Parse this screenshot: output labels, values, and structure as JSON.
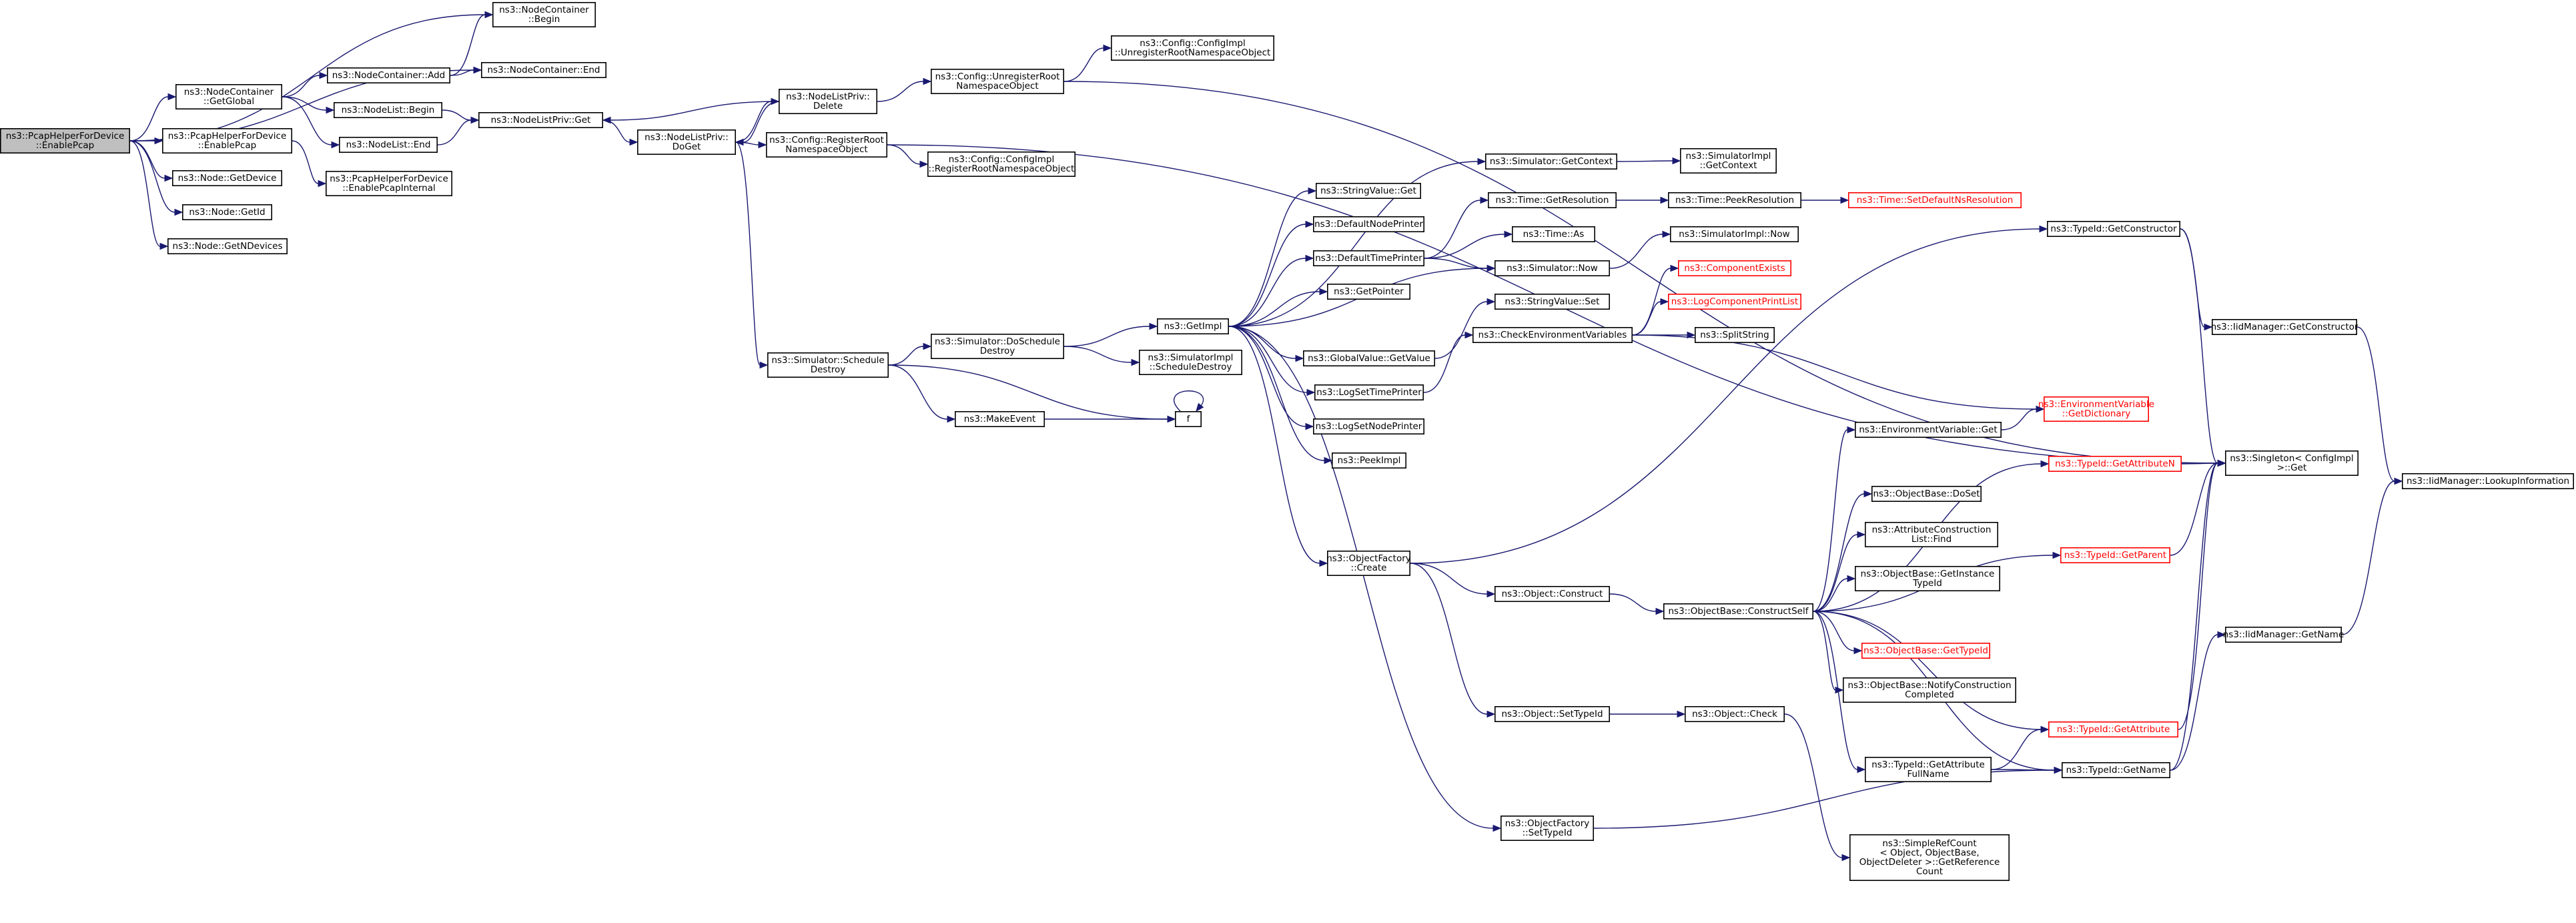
{
  "nodes": {
    "root": {
      "lines": [
        "ns3::PcapHelperForDevice",
        "::EnablePcap"
      ],
      "style": "root"
    },
    "nc_begin": {
      "lines": [
        "ns3::NodeContainer",
        "::Begin"
      ]
    },
    "nc_end": {
      "lines": [
        "ns3::NodeContainer::End"
      ]
    },
    "nc_getglobal": {
      "lines": [
        "ns3::NodeContainer",
        "::GetGlobal"
      ]
    },
    "nc_add": {
      "lines": [
        "ns3::NodeContainer::Add"
      ]
    },
    "nl_begin": {
      "lines": [
        "ns3::NodeList::Begin"
      ]
    },
    "nl_end": {
      "lines": [
        "ns3::NodeList::End"
      ]
    },
    "nlp_get": {
      "lines": [
        "ns3::NodeListPriv::Get"
      ]
    },
    "nlp_delete": {
      "lines": [
        "ns3::NodeListPriv::",
        "Delete"
      ]
    },
    "nlp_doget": {
      "lines": [
        "ns3::NodeListPriv::",
        "DoGet"
      ]
    },
    "cfg_unregister": {
      "lines": [
        "ns3::Config::UnregisterRoot",
        "NamespaceObject"
      ]
    },
    "cfgimpl_unregister": {
      "lines": [
        "ns3::Config::ConfigImpl",
        "::UnregisterRootNamespaceObject"
      ]
    },
    "cfg_register": {
      "lines": [
        "ns3::Config::RegisterRoot",
        "NamespaceObject"
      ]
    },
    "cfgimpl_register": {
      "lines": [
        "ns3::Config::ConfigImpl",
        "::RegisterRootNamespaceObject"
      ]
    },
    "phd_enablepcap": {
      "lines": [
        "ns3::PcapHelperForDevice",
        "::EnablePcap"
      ]
    },
    "phd_internal": {
      "lines": [
        "ns3::PcapHelperForDevice",
        "::EnablePcapInternal"
      ]
    },
    "node_getdevice": {
      "lines": [
        "ns3::Node::GetDevice"
      ]
    },
    "node_getid": {
      "lines": [
        "ns3::Node::GetId"
      ]
    },
    "node_getndevices": {
      "lines": [
        "ns3::Node::GetNDevices"
      ]
    },
    "sim_scheduledestroy": {
      "lines": [
        "ns3::Simulator::Schedule",
        "Destroy"
      ]
    },
    "sim_doscheduledestroy": {
      "lines": [
        "ns3::Simulator::DoSchedule",
        "Destroy"
      ]
    },
    "simimpl_scheduledestroy": {
      "lines": [
        "ns3::SimulatorImpl",
        "::ScheduleDestroy"
      ]
    },
    "makeevent": {
      "lines": [
        "ns3::MakeEvent"
      ]
    },
    "f": {
      "lines": [
        "f"
      ]
    },
    "getimpl": {
      "lines": [
        "ns3::GetImpl"
      ]
    },
    "stringvalue_get": {
      "lines": [
        "ns3::StringValue::Get"
      ]
    },
    "defaultnodeprinter": {
      "lines": [
        "ns3::DefaultNodePrinter"
      ]
    },
    "defaulttimeprinter": {
      "lines": [
        "ns3::DefaultTimePrinter"
      ]
    },
    "getpointer": {
      "lines": [
        "ns3::GetPointer"
      ]
    },
    "globalvalue_getvalue": {
      "lines": [
        "ns3::GlobalValue::GetValue"
      ]
    },
    "logsettimeprinter": {
      "lines": [
        "ns3::LogSetTimePrinter"
      ]
    },
    "logsetnodeprinter": {
      "lines": [
        "ns3::LogSetNodePrinter"
      ]
    },
    "peekimpl": {
      "lines": [
        "ns3::PeekImpl"
      ]
    },
    "objfactory_create": {
      "lines": [
        "ns3::ObjectFactory",
        "::Create"
      ]
    },
    "objfactory_settypeid": {
      "lines": [
        "ns3::ObjectFactory",
        "::SetTypeId"
      ]
    },
    "sim_getcontext": {
      "lines": [
        "ns3::Simulator::GetContext"
      ]
    },
    "simimpl_getcontext": {
      "lines": [
        "ns3::SimulatorImpl",
        "::GetContext"
      ]
    },
    "time_getresolution": {
      "lines": [
        "ns3::Time::GetResolution"
      ]
    },
    "time_peekresolution": {
      "lines": [
        "ns3::Time::PeekResolution"
      ]
    },
    "time_setdefaultns": {
      "lines": [
        "ns3::Time::SetDefaultNsResolution"
      ],
      "style": "red"
    },
    "time_as": {
      "lines": [
        "ns3::Time::As"
      ]
    },
    "sim_now": {
      "lines": [
        "ns3::Simulator::Now"
      ]
    },
    "simimpl_now": {
      "lines": [
        "ns3::SimulatorImpl::Now"
      ]
    },
    "componentexists": {
      "lines": [
        "ns3::ComponentExists"
      ],
      "style": "red"
    },
    "logcomponentprintlist": {
      "lines": [
        "ns3::LogComponentPrintList"
      ],
      "style": "red"
    },
    "stringvalue_set": {
      "lines": [
        "ns3::StringValue::Set"
      ]
    },
    "checkenvvars": {
      "lines": [
        "ns3::CheckEnvironmentVariables"
      ]
    },
    "splitstring": {
      "lines": [
        "ns3::SplitString"
      ]
    },
    "envvar_getdict": {
      "lines": [
        "ns3::EnvironmentVariable",
        "::GetDictionary"
      ],
      "style": "red"
    },
    "envvar_get": {
      "lines": [
        "ns3::EnvironmentVariable::Get"
      ]
    },
    "typeid_getconstructor": {
      "lines": [
        "ns3::TypeId::GetConstructor"
      ]
    },
    "iidmgr_getconstructor": {
      "lines": [
        "ns3::IidManager::GetConstructor"
      ]
    },
    "iidmgr_lookupinfo": {
      "lines": [
        "ns3::IidManager::LookupInformation"
      ]
    },
    "singleton_get": {
      "lines": [
        "ns3::Singleton< ConfigImpl",
        ">::Get"
      ]
    },
    "typeid_getattributen": {
      "lines": [
        "ns3::TypeId::GetAttributeN"
      ],
      "style": "red"
    },
    "typeid_getparent": {
      "lines": [
        "ns3::TypeId::GetParent"
      ],
      "style": "red"
    },
    "iidmgr_getname": {
      "lines": [
        "ns3::IidManager::GetName"
      ]
    },
    "objbase_doset": {
      "lines": [
        "ns3::ObjectBase::DoSet"
      ]
    },
    "attrconstr_find": {
      "lines": [
        "ns3::AttributeConstruction",
        "List::Find"
      ]
    },
    "objbase_getinstancetypeid": {
      "lines": [
        "ns3::ObjectBase::GetInstance",
        "TypeId"
      ]
    },
    "obj_construct": {
      "lines": [
        "ns3::Object::Construct"
      ]
    },
    "objbase_constructself": {
      "lines": [
        "ns3::ObjectBase::ConstructSelf"
      ]
    },
    "objbase_gettypeid": {
      "lines": [
        "ns3::ObjectBase::GetTypeId"
      ],
      "style": "red"
    },
    "objbase_notifyconstruction": {
      "lines": [
        "ns3::ObjectBase::NotifyConstruction",
        "Completed"
      ]
    },
    "obj_settypeid": {
      "lines": [
        "ns3::Object::SetTypeId"
      ]
    },
    "obj_check": {
      "lines": [
        "ns3::Object::Check"
      ]
    },
    "typeid_getattribute": {
      "lines": [
        "ns3::TypeId::GetAttribute"
      ],
      "style": "red"
    },
    "typeid_getattributefullname": {
      "lines": [
        "ns3::TypeId::GetAttribute",
        "FullName"
      ]
    },
    "typeid_getname": {
      "lines": [
        "ns3::TypeId::GetName"
      ]
    },
    "simplerefcount": {
      "lines": [
        "ns3::SimpleRefCount",
        "< Object, ObjectBase,",
        "ObjectDeleter >::GetReference",
        "Count"
      ]
    }
  },
  "edges": [
    [
      "root",
      "nc_begin"
    ],
    [
      "root",
      "nc_end"
    ],
    [
      "root",
      "nc_getglobal"
    ],
    [
      "root",
      "phd_enablepcap"
    ],
    [
      "root",
      "node_getdevice"
    ],
    [
      "root",
      "node_getid"
    ],
    [
      "root",
      "node_getndevices"
    ],
    [
      "nc_getglobal",
      "nc_add"
    ],
    [
      "nc_getglobal",
      "nl_begin"
    ],
    [
      "nc_getglobal",
      "nl_end"
    ],
    [
      "nc_add",
      "nc_begin"
    ],
    [
      "nc_add",
      "nc_end"
    ],
    [
      "nl_begin",
      "nlp_get"
    ],
    [
      "nl_end",
      "nlp_get"
    ],
    [
      "nlp_get",
      "nlp_doget"
    ],
    [
      "nlp_delete",
      "nlp_get"
    ],
    [
      "nlp_delete",
      "nlp_doget"
    ],
    [
      "nlp_delete",
      "cfg_unregister"
    ],
    [
      "nlp_doget",
      "nlp_delete"
    ],
    [
      "nlp_doget",
      "cfg_register"
    ],
    [
      "nlp_doget",
      "sim_scheduledestroy"
    ],
    [
      "cfg_unregister",
      "cfgimpl_unregister"
    ],
    [
      "cfg_unregister",
      "singleton_get"
    ],
    [
      "cfg_register",
      "cfgimpl_register"
    ],
    [
      "cfg_register",
      "singleton_get"
    ],
    [
      "phd_enablepcap",
      "phd_internal"
    ],
    [
      "sim_scheduledestroy",
      "sim_doscheduledestroy"
    ],
    [
      "sim_scheduledestroy",
      "makeevent"
    ],
    [
      "sim_scheduledestroy",
      "f"
    ],
    [
      "sim_doscheduledestroy",
      "getimpl"
    ],
    [
      "sim_doscheduledestroy",
      "simimpl_scheduledestroy"
    ],
    [
      "makeevent",
      "f"
    ],
    [
      "f",
      "f"
    ],
    [
      "getimpl",
      "sim_getcontext"
    ],
    [
      "getimpl",
      "stringvalue_get"
    ],
    [
      "getimpl",
      "defaultnodeprinter"
    ],
    [
      "getimpl",
      "defaulttimeprinter"
    ],
    [
      "getimpl",
      "getpointer"
    ],
    [
      "getimpl",
      "globalvalue_getvalue"
    ],
    [
      "getimpl",
      "logsettimeprinter"
    ],
    [
      "getimpl",
      "logsetnodeprinter"
    ],
    [
      "getimpl",
      "peekimpl"
    ],
    [
      "getimpl",
      "objfactory_create"
    ],
    [
      "getimpl",
      "objfactory_settypeid"
    ],
    [
      "getimpl",
      "sim_now"
    ],
    [
      "sim_getcontext",
      "simimpl_getcontext"
    ],
    [
      "defaulttimeprinter",
      "time_getresolution"
    ],
    [
      "defaulttimeprinter",
      "time_as"
    ],
    [
      "defaulttimeprinter",
      "sim_now"
    ],
    [
      "time_getresolution",
      "time_peekresolution"
    ],
    [
      "time_peekresolution",
      "time_setdefaultns"
    ],
    [
      "sim_now",
      "simimpl_now"
    ],
    [
      "globalvalue_getvalue",
      "stringvalue_set"
    ],
    [
      "logsettimeprinter",
      "checkenvvars"
    ],
    [
      "checkenvvars",
      "componentexists"
    ],
    [
      "checkenvvars",
      "logcomponentprintlist"
    ],
    [
      "checkenvvars",
      "splitstring"
    ],
    [
      "checkenvvars",
      "envvar_getdict"
    ],
    [
      "envvar_get",
      "envvar_getdict"
    ],
    [
      "objfactory_create",
      "typeid_getconstructor"
    ],
    [
      "objfactory_create",
      "obj_construct"
    ],
    [
      "objfactory_create",
      "obj_settypeid"
    ],
    [
      "typeid_getconstructor",
      "iidmgr_getconstructor"
    ],
    [
      "typeid_getconstructor",
      "singleton_get"
    ],
    [
      "iidmgr_getconstructor",
      "iidmgr_lookupinfo"
    ],
    [
      "iidmgr_getname",
      "iidmgr_lookupinfo"
    ],
    [
      "obj_construct",
      "objbase_constructself"
    ],
    [
      "objbase_constructself",
      "envvar_get"
    ],
    [
      "objbase_constructself",
      "typeid_getattributen"
    ],
    [
      "objbase_constructself",
      "objbase_doset"
    ],
    [
      "objbase_constructself",
      "attrconstr_find"
    ],
    [
      "objbase_constructself",
      "objbase_getinstancetypeid"
    ],
    [
      "objbase_constructself",
      "typeid_getparent"
    ],
    [
      "objbase_constructself",
      "objbase_gettypeid"
    ],
    [
      "objbase_constructself",
      "objbase_notifyconstruction"
    ],
    [
      "objbase_constructself",
      "typeid_getattribute"
    ],
    [
      "objbase_constructself",
      "typeid_getattributefullname"
    ],
    [
      "objbase_constructself",
      "typeid_getname"
    ],
    [
      "typeid_getattributen",
      "singleton_get"
    ],
    [
      "typeid_getparent",
      "singleton_get"
    ],
    [
      "typeid_getattribute",
      "singleton_get"
    ],
    [
      "typeid_getname",
      "singleton_get"
    ],
    [
      "typeid_getname",
      "iidmgr_getname"
    ],
    [
      "typeid_getattributefullname",
      "typeid_getattribute"
    ],
    [
      "typeid_getattributefullname",
      "typeid_getname"
    ],
    [
      "obj_settypeid",
      "obj_check"
    ],
    [
      "obj_check",
      "simplerefcount"
    ],
    [
      "objfactory_settypeid",
      "typeid_getname"
    ]
  ]
}
